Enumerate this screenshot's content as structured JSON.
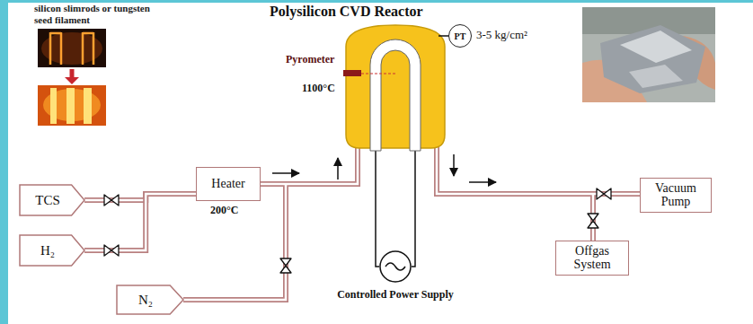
{
  "diagram": {
    "title": "Polysilicon CVD Reactor",
    "nodes": [
      {
        "text": [
          "PT"
        ]
      },
      {
        "text": [
          "TCS"
        ]
      },
      {
        "text": [
          "Heater"
        ]
      },
      {
        "text": [
          "H₂"
        ]
      },
      {
        "text": [
          "N₂"
        ]
      },
      {
        "text": [
          "Controlled Power Supply"
        ]
      },
      {
        "text": [
          "Vacuum Pump"
        ]
      },
      {
        "text": [
          "Offgas System"
        ]
      }
    ],
    "edges": [
      {
        "from": 1,
        "to": 2,
        "arrow": "none"
      },
      {
        "from": 3,
        "to": 2,
        "arrow": "none"
      }
    ],
    "labels": [
      "silicon slimrods or tungsten seed filament",
      "Pyrometer",
      "1100°C",
      "3-5 kg/cm²",
      "200°C"
    ]
  }
}
